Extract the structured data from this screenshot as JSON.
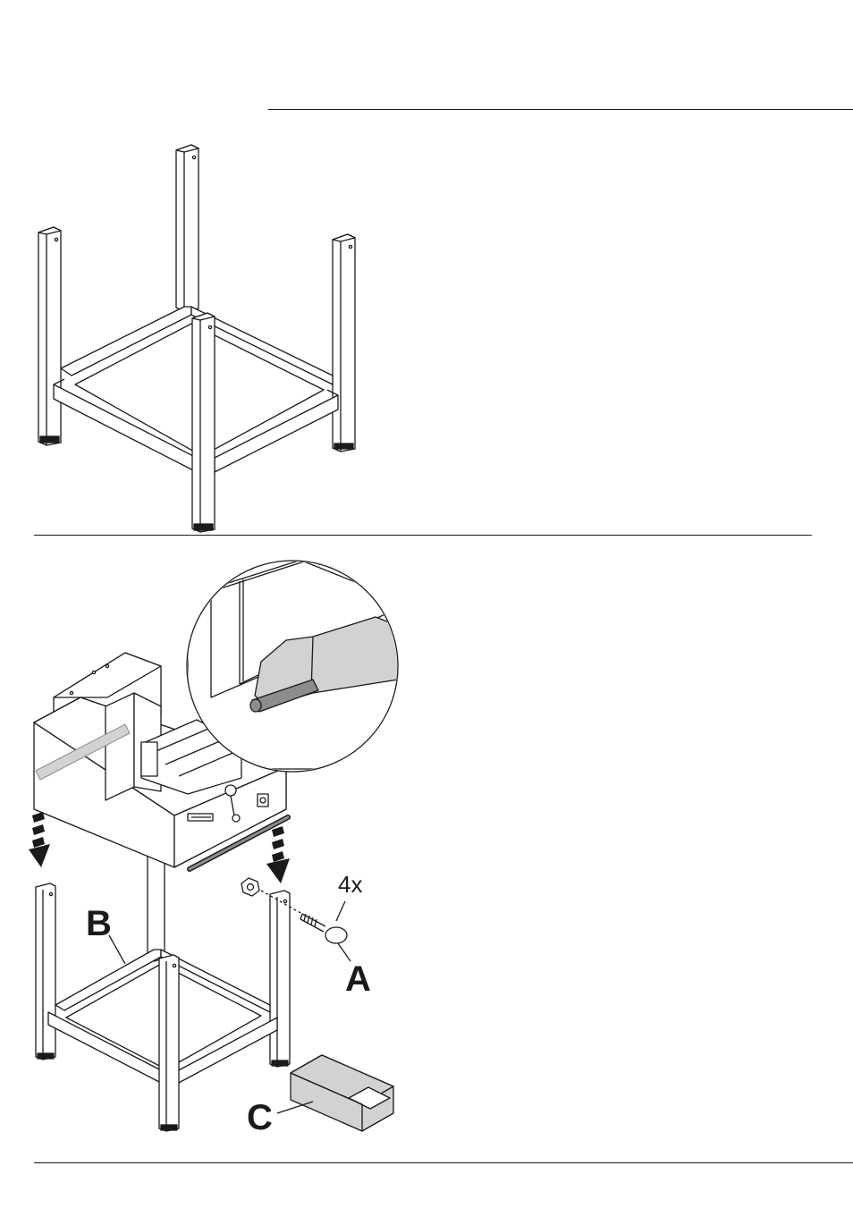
{
  "figure_bottom": {
    "label_quantity": "4x",
    "label_a": "A",
    "label_b": "B",
    "label_c": "C"
  },
  "colors": {
    "line": "#1a1a1a",
    "fill_light": "#ffffff",
    "fill_gray": "#d2d2d2",
    "fill_dark": "#8c8c8c"
  }
}
